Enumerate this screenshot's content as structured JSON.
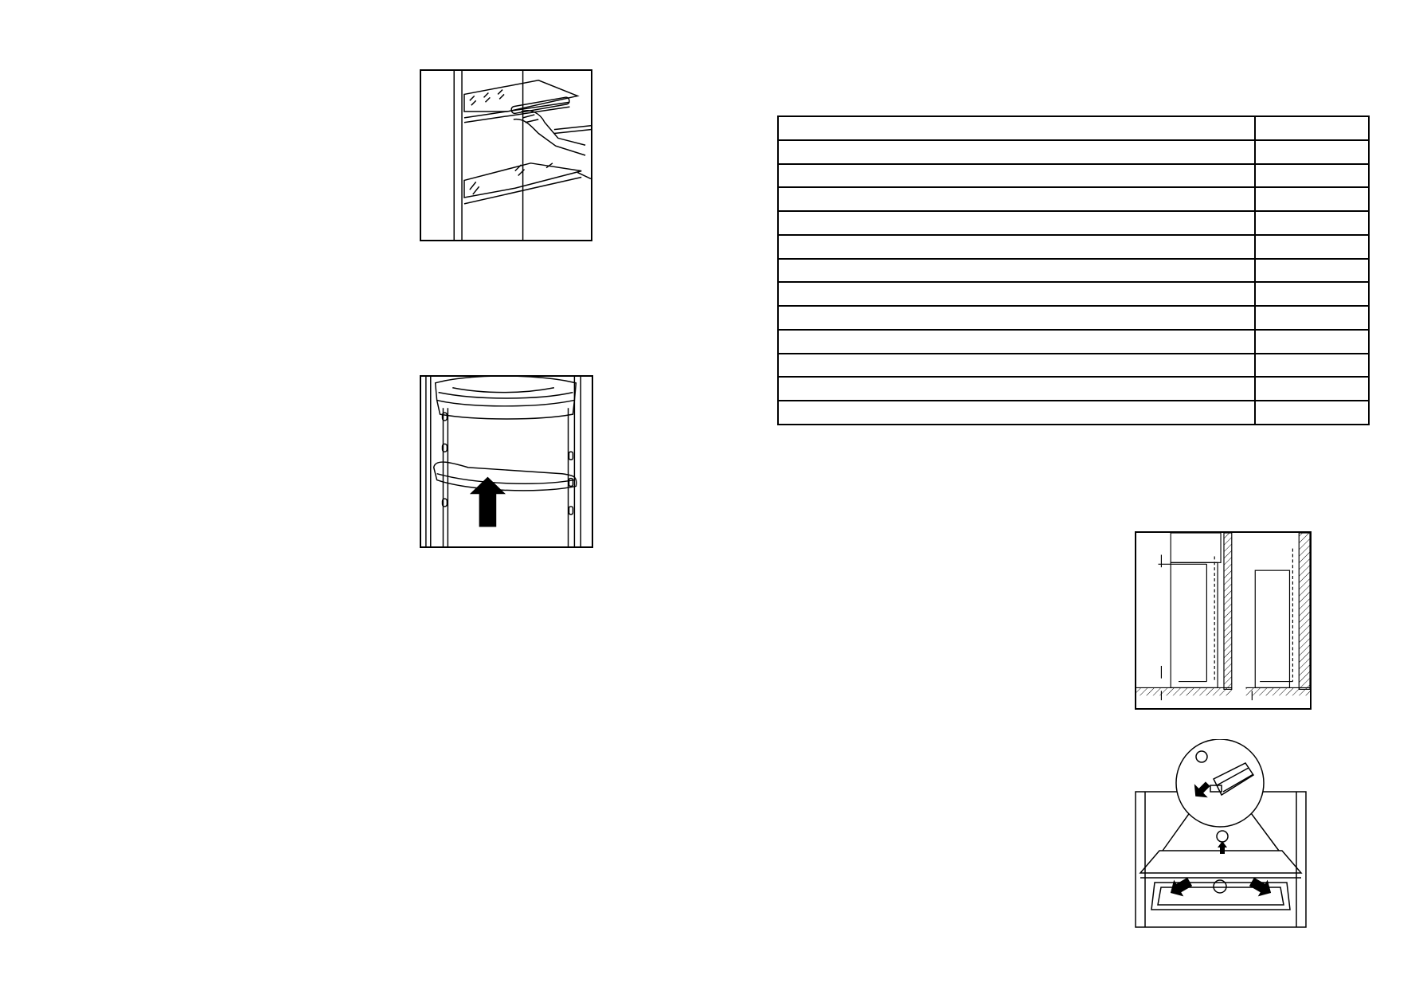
{
  "page": {
    "background": "#ffffff",
    "ink": "#000000"
  },
  "figures": [
    {
      "name": "glass-shelf-removal",
      "icon": "hand-pulling-shelf"
    },
    {
      "name": "door-shelf-adjust",
      "icon": "up-arrow"
    },
    {
      "name": "ventilation-clearance",
      "icon": "airflow-arrows"
    },
    {
      "name": "shelf-rail-release",
      "icon": "rail-clip-arrows"
    }
  ],
  "table": {
    "rows": [
      [
        "",
        ""
      ],
      [
        "",
        ""
      ],
      [
        "",
        ""
      ],
      [
        "",
        ""
      ],
      [
        "",
        ""
      ],
      [
        "",
        ""
      ],
      [
        "",
        ""
      ],
      [
        "",
        ""
      ],
      [
        "",
        ""
      ],
      [
        "",
        ""
      ],
      [
        "",
        ""
      ],
      [
        "",
        ""
      ],
      [
        "",
        ""
      ]
    ]
  }
}
